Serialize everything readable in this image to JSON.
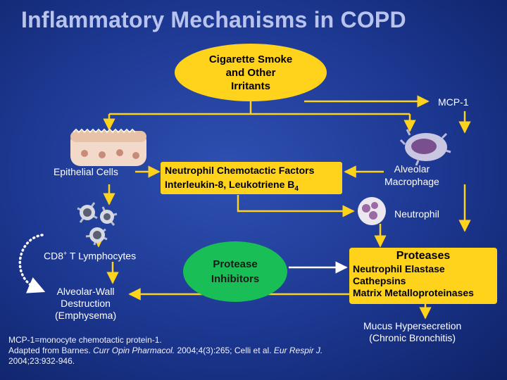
{
  "title": "Inflammatory Mechanisms in COPD",
  "nodes": {
    "smoke": [
      "Cigarette Smoke",
      "and Other",
      "Irritants"
    ],
    "mcp1": "MCP-1",
    "epithelial": "Epithelial Cells",
    "nf_line1": "Neutrophil Chemotactic Factors",
    "nf_line2_main": "Interleukin-8, Leukotriene B",
    "nf_line2_sub": "4",
    "macrophage": [
      "Alveolar",
      "Macrophage"
    ],
    "neutrophil": "Neutrophil",
    "cd8_main": "CD8",
    "cd8_sup": "+",
    "cd8_rest": " T Lymphocytes",
    "inhibitors": [
      "Protease",
      "Inhibitors"
    ],
    "proteases_title": "Proteases",
    "proteases": [
      "Neutrophil Elastase",
      "Cathepsins",
      "Matrix Metalloproteinases"
    ],
    "destruction": [
      "Alveolar-Wall",
      "Destruction",
      "(Emphysema)"
    ],
    "mucus": [
      "Mucus Hypersecretion",
      "(Chronic Bronchitis)"
    ]
  },
  "footnote": {
    "line1": "MCP-1=monocyte chemotactic protein-1.",
    "line2_a": "Adapted from Barnes. ",
    "line2_b": "Curr Opin Pharmacol.",
    "line2_c": " 2004;4(3):265; Celli et al. ",
    "line2_d": "Eur Respir J.",
    "line3": "2004;23:932-946."
  },
  "colors": {
    "background": "#1c3790",
    "title": "#b9c4ee",
    "box": "#ffd21c",
    "inhibitor": "#19be56",
    "connector": "#ffd21c",
    "inhibit_arrow": "#ffffff"
  },
  "icons": [
    "epithelium-cells-icon",
    "macrophage-cell-icon",
    "neutrophil-cell-icon",
    "lymphocyte-cells-icon"
  ]
}
